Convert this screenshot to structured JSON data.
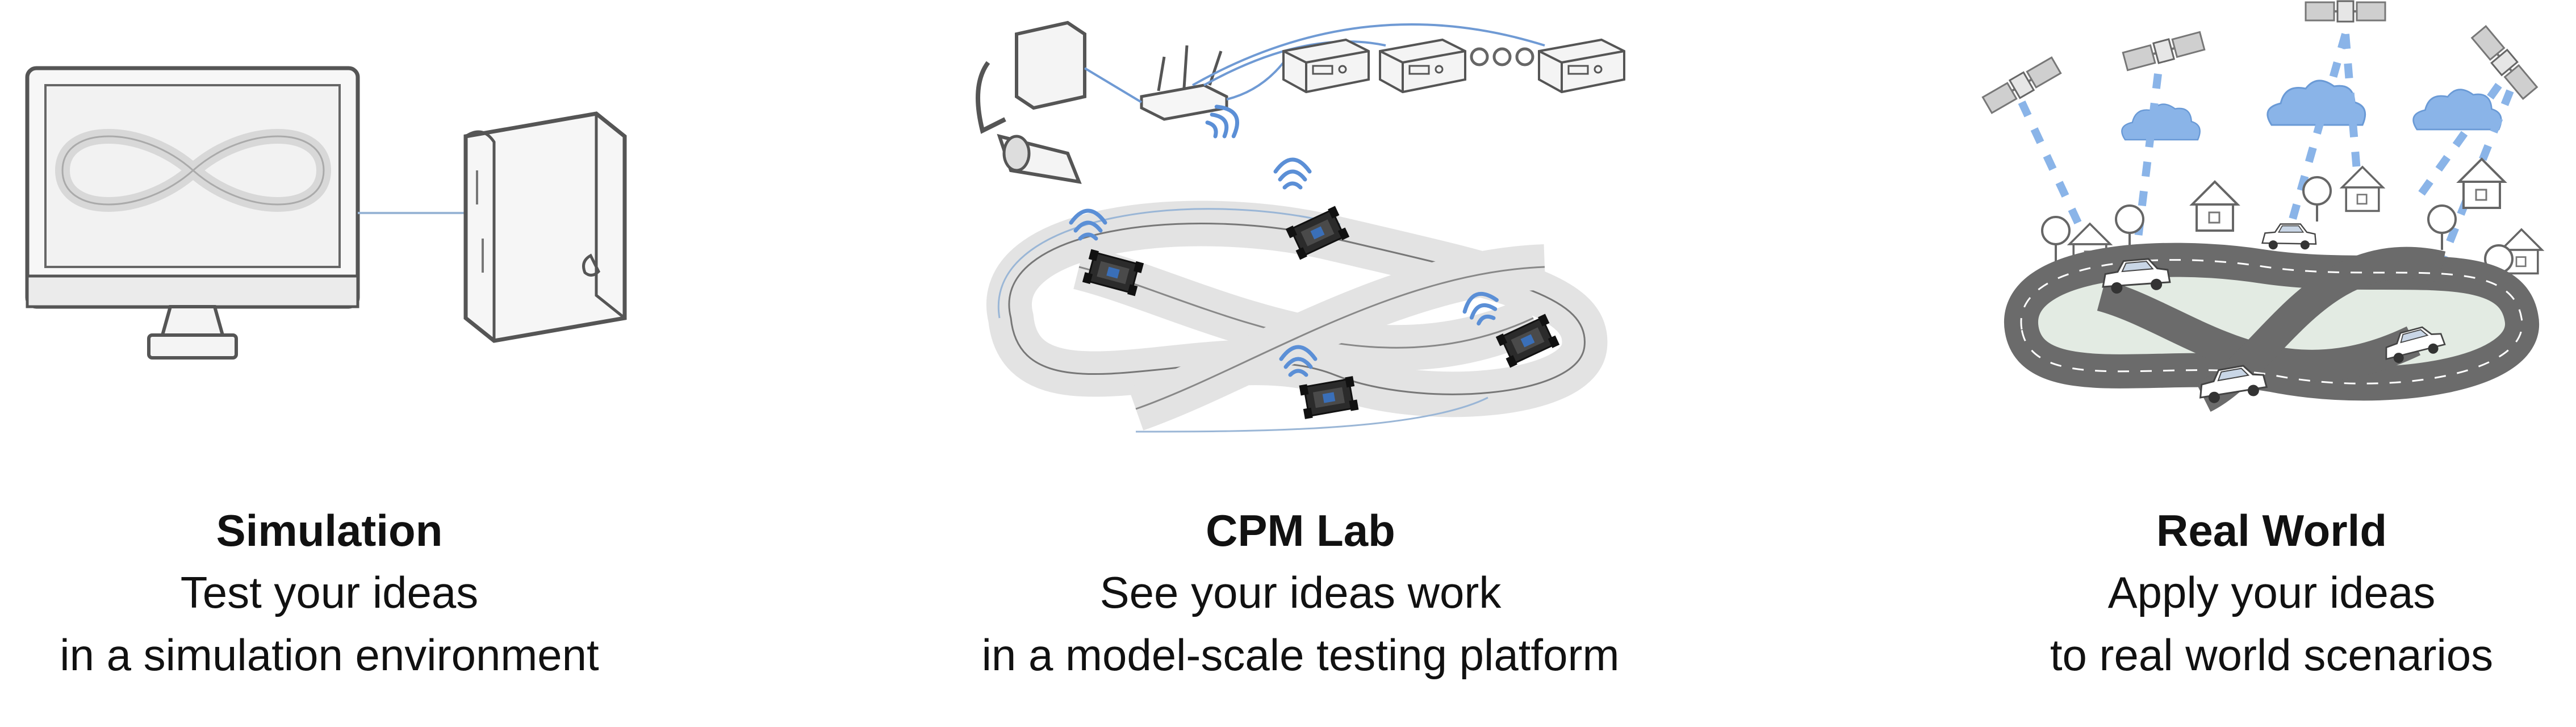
{
  "panels": [
    {
      "title": "Simulation",
      "line1": "Test your ideas",
      "line2": "in a simulation environment"
    },
    {
      "title": "CPM Lab",
      "line1": "See your ideas work",
      "line2": "in a model-scale testing platform"
    },
    {
      "title": "Real World",
      "line1": "Apply your ideas",
      "line2": "to real world scenarios"
    }
  ],
  "colors": {
    "line": "#555555",
    "screen": "#f2f2f2",
    "wireless": "#5b8fd6",
    "track": "#e8e8e8",
    "road": "#6b6b6b",
    "grass": "#e3ebe3",
    "cloud": "#8ab4e8"
  }
}
